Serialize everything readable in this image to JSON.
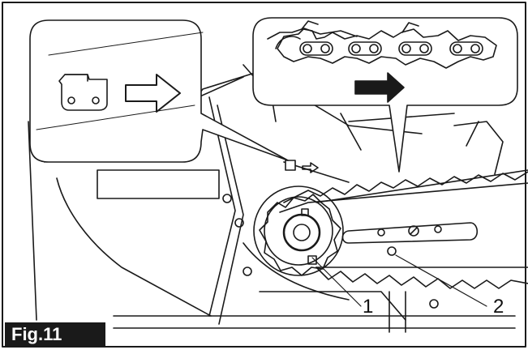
{
  "figure": {
    "label": "Fig.11",
    "callouts": [
      {
        "id": "1",
        "text": "1"
      },
      {
        "id": "2",
        "text": "2"
      }
    ]
  },
  "colors": {
    "line": "#1a1a1a",
    "label_bg": "#1a1a1a",
    "label_text": "#ffffff",
    "background": "#ffffff"
  }
}
